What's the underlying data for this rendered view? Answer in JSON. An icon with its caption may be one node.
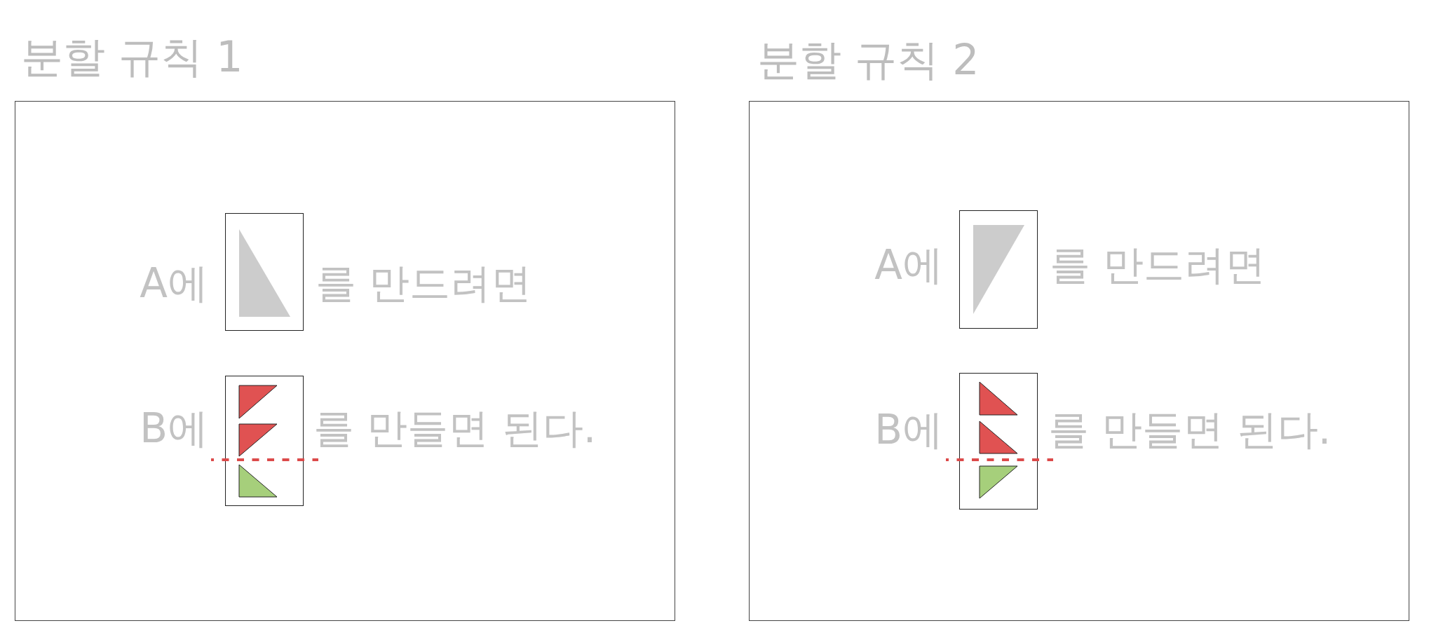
{
  "diagram": {
    "nodes": [
      {
        "text": [
          "분할 규칙 1"
        ]
      },
      {
        "text": [],
        "shape": "box",
        "in": 0,
        "beside": [
          "A에",
          "를 만드려면"
        ]
      },
      {
        "text": [],
        "shape": "box",
        "in": 0,
        "beside": [
          "B에",
          "를 만들면 된다."
        ]
      },
      {
        "text": [
          "분할 규칙 2"
        ]
      },
      {
        "text": [],
        "shape": "box",
        "in": 3,
        "beside": [
          "A에",
          "를 만드려면"
        ]
      },
      {
        "text": [],
        "shape": "box",
        "in": 3,
        "beside": [
          "B에",
          "를 만들면 된다."
        ]
      }
    ]
  }
}
